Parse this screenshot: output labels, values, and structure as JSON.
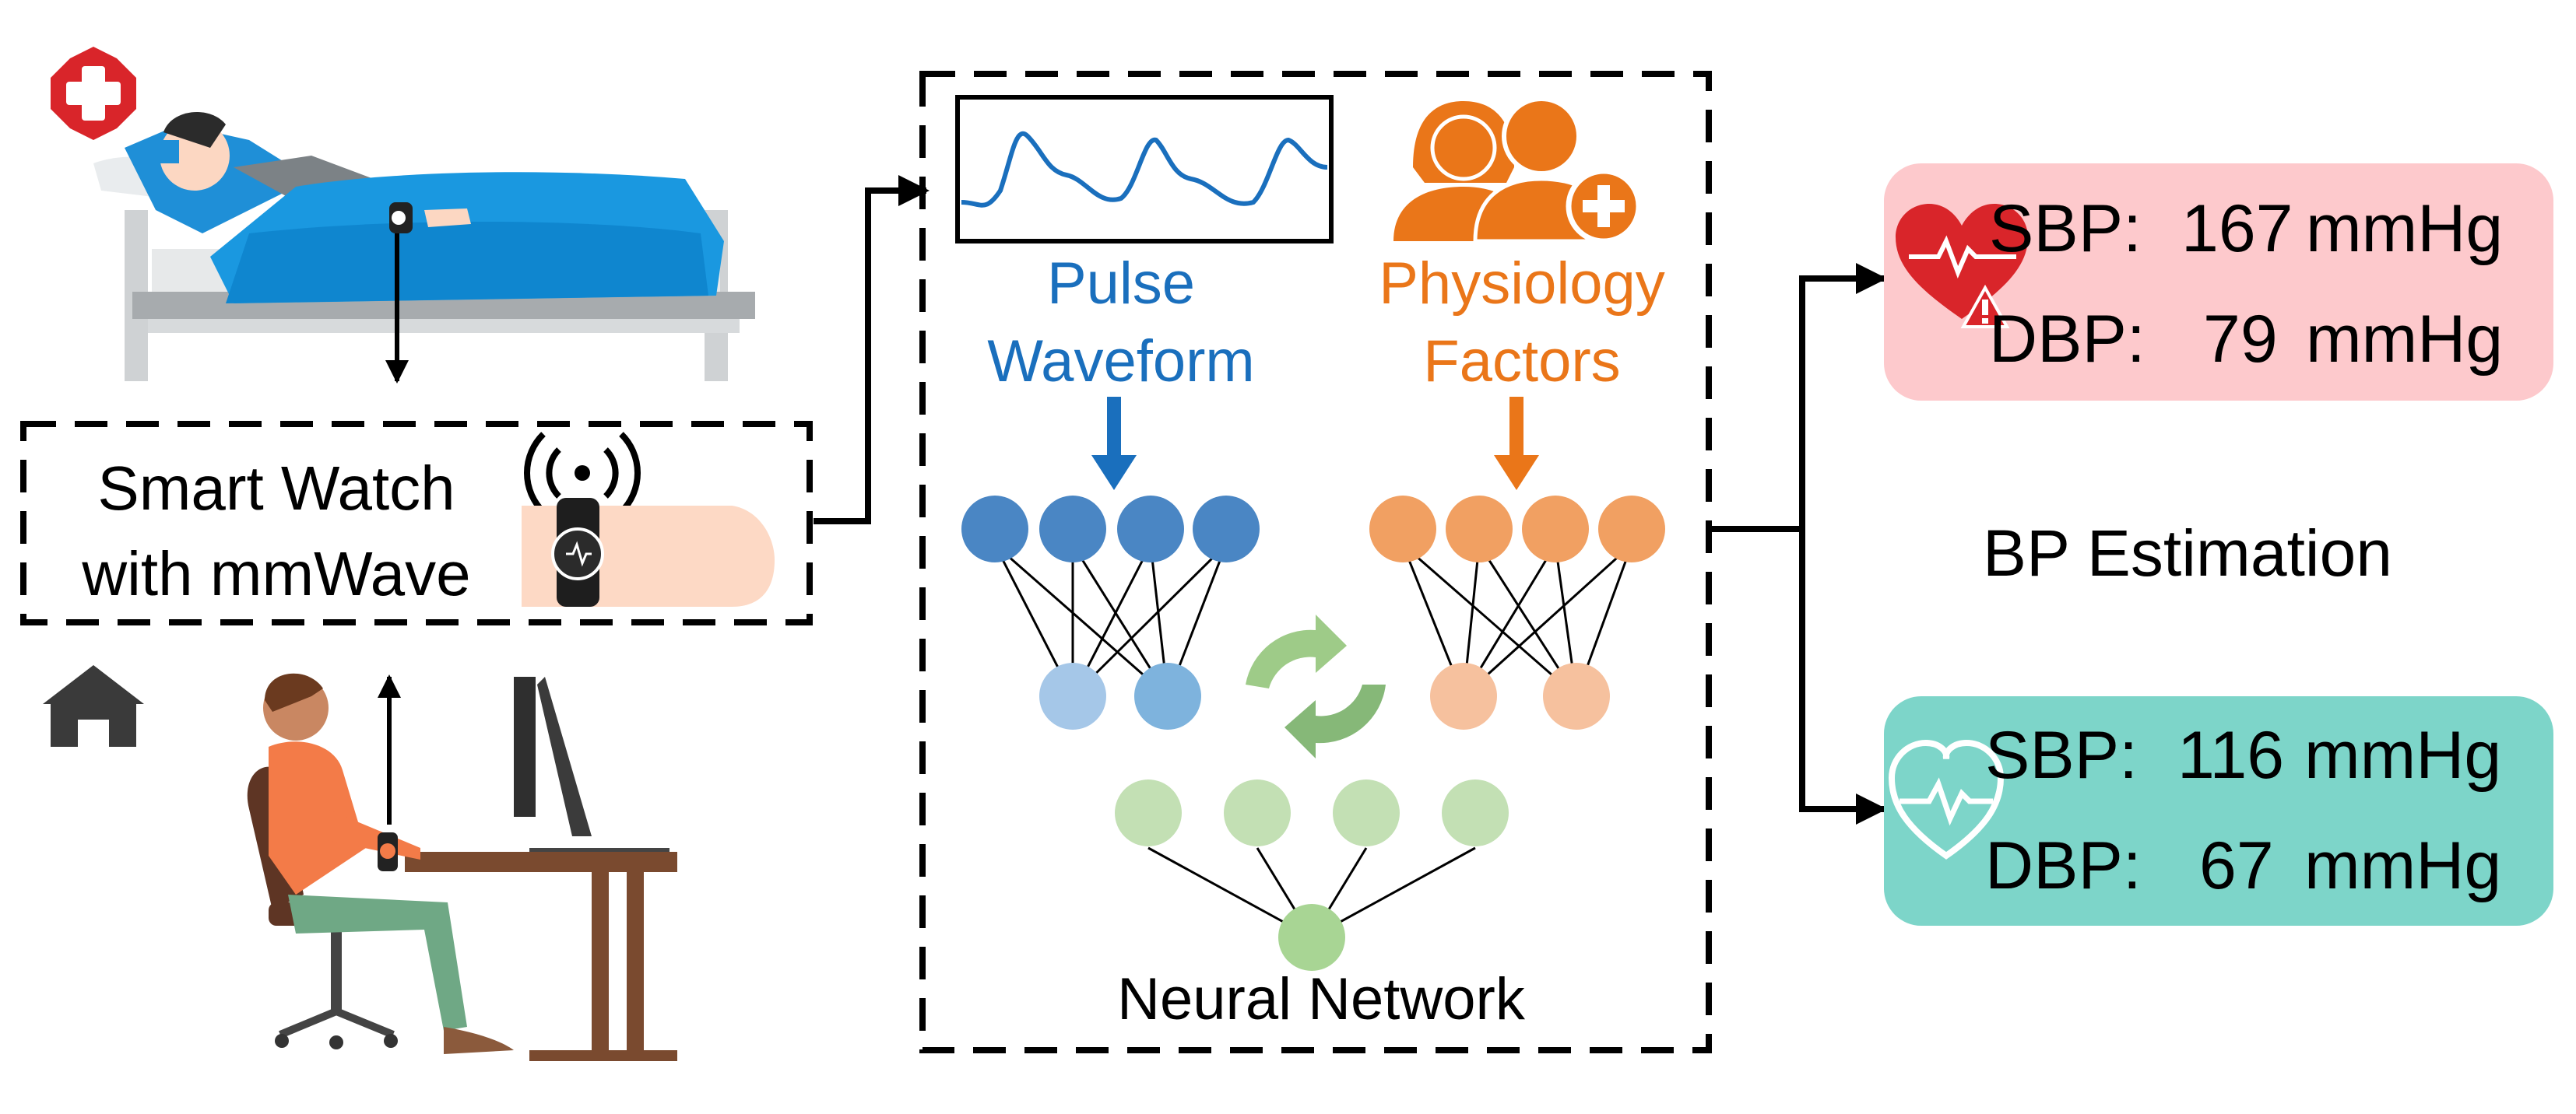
{
  "watch_box": {
    "line1": "Smart Watch",
    "line2": "with mmWave"
  },
  "inputs": {
    "pulse": {
      "line1": "Pulse",
      "line2": "Waveform"
    },
    "physiology": {
      "line1": "Physiology",
      "line2": "Factors"
    }
  },
  "network_label": "Neural Network",
  "estimation_label": "BP Estimation",
  "results": [
    {
      "sbp_label": "SBP:",
      "sbp_value": "167",
      "sbp_unit": "mmHg",
      "dbp_label": "DBP:",
      "dbp_value": "79",
      "dbp_unit": "mmHg",
      "status": "abnormal",
      "color": "#fdc9cc"
    },
    {
      "sbp_label": "SBP:",
      "sbp_value": "116",
      "sbp_unit": "mmHg",
      "dbp_label": "DBP:",
      "dbp_value": "67",
      "dbp_unit": "mmHg",
      "status": "normal",
      "color": "#7dd5c9"
    }
  ],
  "colors": {
    "blue": "#1a6fbd",
    "orange": "#ea7619",
    "green": "#a8d594",
    "red": "#d9252a",
    "teal": "#7dd5c9",
    "pink": "#fdc9cc"
  },
  "icons": [
    "hospital-cross-icon",
    "home-icon",
    "broadcast-signal-icon",
    "heart-alert-icon",
    "heart-pulse-icon",
    "refresh-cycle-icon"
  ]
}
